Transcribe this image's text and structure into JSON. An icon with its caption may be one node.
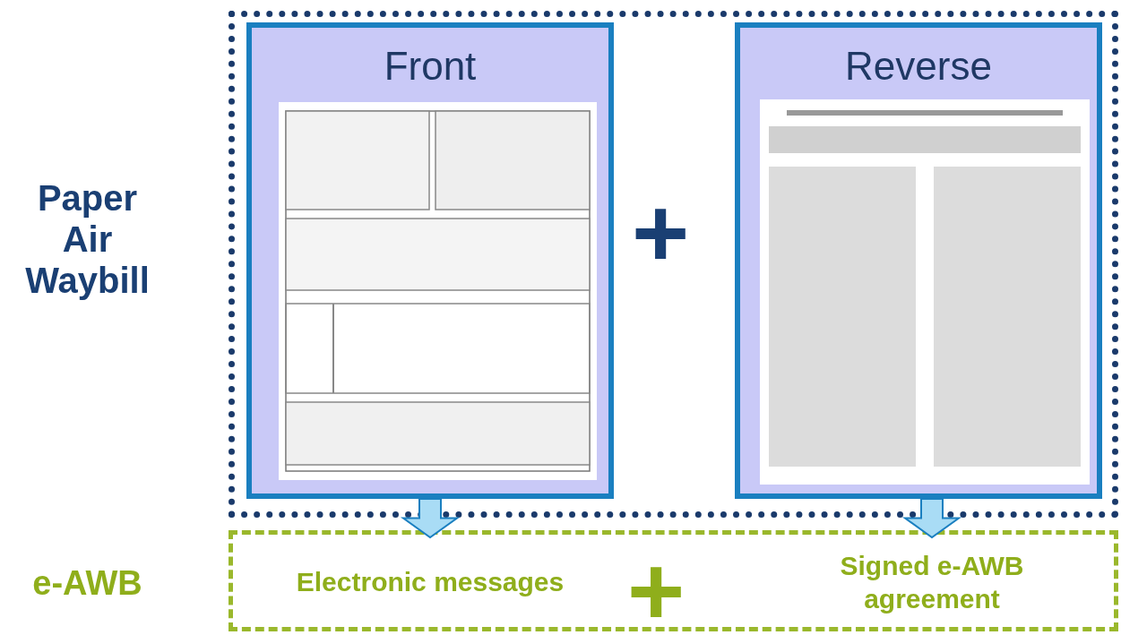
{
  "diagram": {
    "nodes": [
      {
        "text": [
          "Paper Air Waybill"
        ]
      },
      {
        "text": [
          "Front"
        ],
        "in": 0
      },
      {
        "text": [
          "Reverse"
        ],
        "in": 0
      },
      {
        "text": [
          "e-AWB"
        ]
      },
      {
        "text": [
          "Electronic messages"
        ],
        "in": 3
      },
      {
        "text": [
          "Signed e-AWB agreement"
        ],
        "in": 3
      }
    ],
    "edges": [
      {
        "from": 1,
        "to": 4,
        "arrow": "to"
      },
      {
        "from": 2,
        "to": 5,
        "arrow": "to"
      }
    ],
    "labels": [
      "+",
      "+"
    ]
  }
}
